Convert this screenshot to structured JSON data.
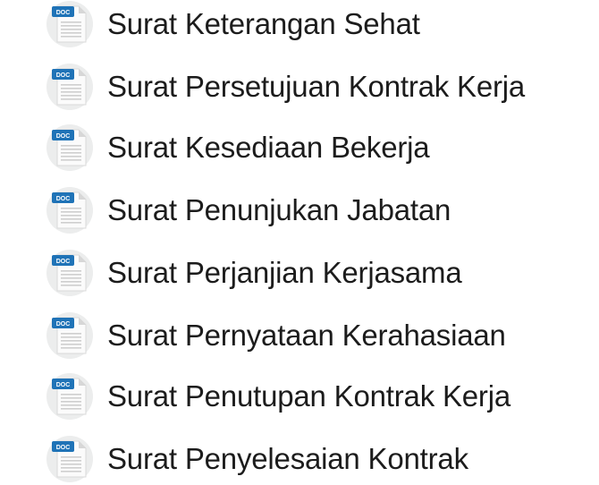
{
  "documents": {
    "icon": "doc-file-icon",
    "badge_text": "DOC",
    "badge_color": "#1f73b7",
    "items": [
      {
        "label": "Surat Keterangan Sehat"
      },
      {
        "label": "Surat Persetujuan Kontrak Kerja"
      },
      {
        "label": "Surat Kesediaan Bekerja"
      },
      {
        "label": "Surat Penunjukan Jabatan"
      },
      {
        "label": "Surat Perjanjian Kerjasama"
      },
      {
        "label": "Surat Pernyataan Kerahasiaan"
      },
      {
        "label": "Surat Penutupan Kontrak Kerja"
      },
      {
        "label": "Surat Penyelesaian Kontrak"
      }
    ]
  }
}
